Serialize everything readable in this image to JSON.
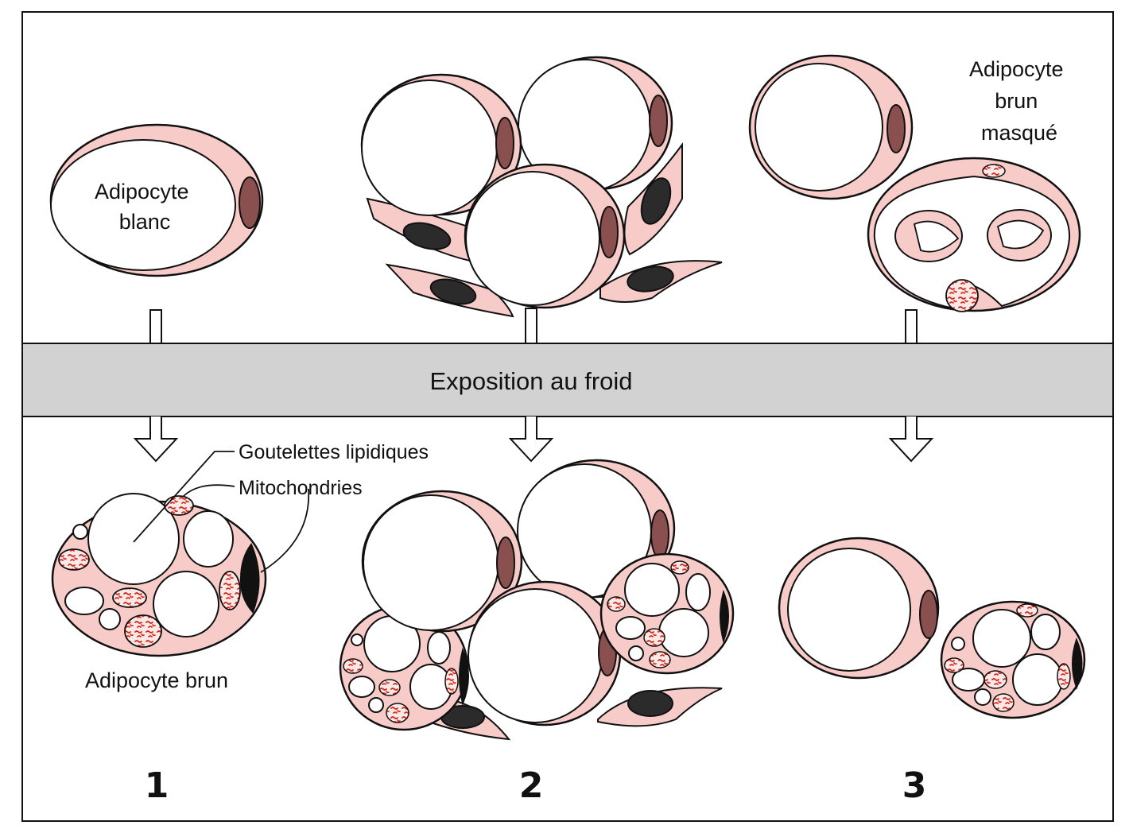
{
  "labels": {
    "white_adipocyte": [
      "Adipocyte",
      "blanc"
    ],
    "masked_brown_adipocyte": [
      "Adipocyte",
      "brun",
      "masqué"
    ],
    "cold_exposure": "Exposition au froid",
    "lipid_droplets": "Goutelettes lipidiques",
    "mitochondria": "Mitochondries",
    "brown_adipocyte": "Adipocyte brun"
  },
  "panel_numbers": [
    "1",
    "2",
    "3"
  ],
  "colors": {
    "cytoplasm": "#f6cbc8",
    "nucleus_white_adipocyte": "#8a4f4f",
    "nucleus_preadipocyte": "#2b2b2b",
    "nucleus_brown_adipocyte": "#111111",
    "mitochondria": "#d62a1f",
    "band": "#d2d2d2"
  }
}
